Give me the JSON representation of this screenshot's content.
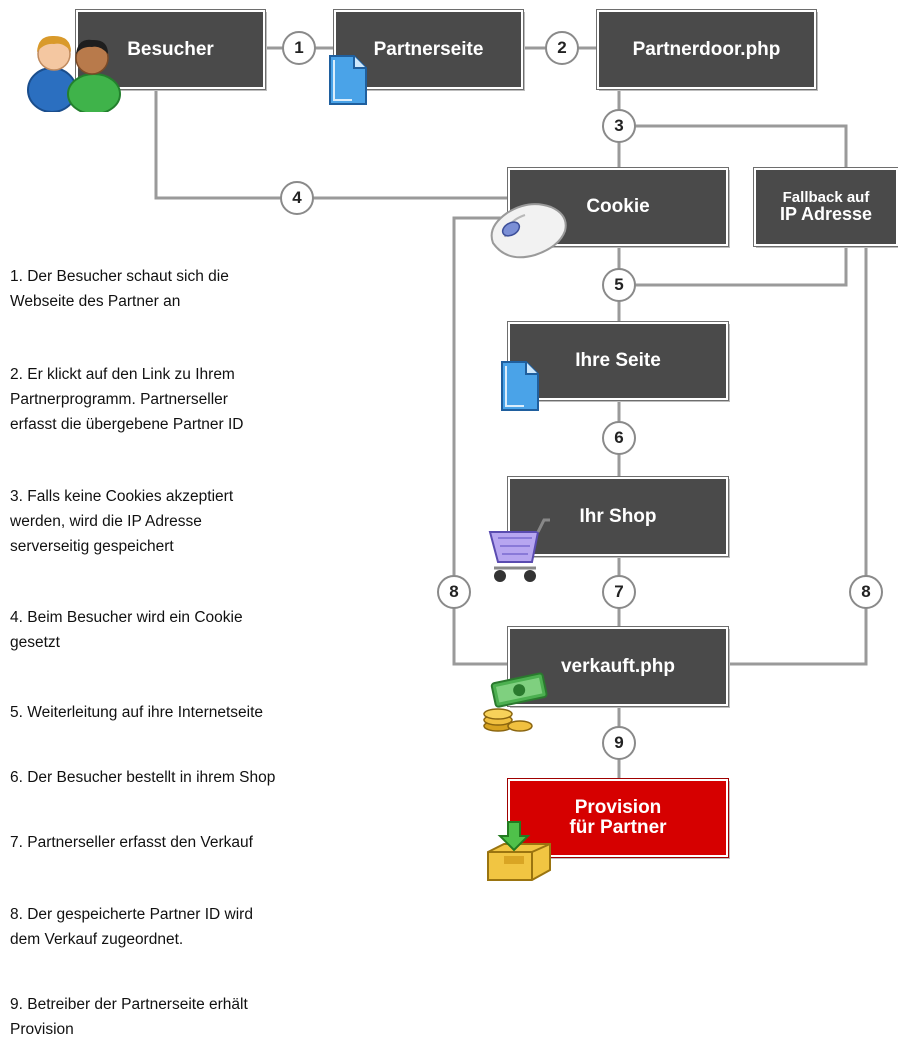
{
  "boxes": {
    "besucher": "Besucher",
    "partnerseite": "Partnerseite",
    "partnerdoor": "Partnerdoor.php",
    "cookie": "Cookie",
    "fallback_line1": "Fallback auf",
    "fallback_line2": "IP Adresse",
    "ihre_seite": "Ihre Seite",
    "ihr_shop": "Ihr Shop",
    "verkauft": "verkauft.php",
    "provision_line1": "Provision",
    "provision_line2": "für Partner"
  },
  "markers": [
    "1",
    "2",
    "3",
    "4",
    "5",
    "6",
    "7",
    "8",
    "8",
    "9"
  ],
  "steps": [
    "1. Der Besucher schaut sich die\nWebseite des Partner an",
    "2. Er klickt auf den Link zu Ihrem\nPartnerprogramm. Partnerseller\nerfasst die übergebene Partner ID",
    "3. Falls keine Cookies akzeptiert\nwerden, wird die IP Adresse\nserverseitig gespeichert",
    "4. Beim Besucher wird ein Cookie\ngesetzt",
    "5. Weiterleitung auf ihre Internetseite",
    "6. Der Besucher bestellt in ihrem Shop",
    "7. Partnerseller erfasst den Verkauf",
    "8. Der gespeicherte Partner ID wird\ndem Verkauf zugeordnet.",
    "9. Betreiber der Partnerseite erhält\nProvision"
  ],
  "icons": [
    "users-icon",
    "document-icon",
    "mouse-icon",
    "shopping-cart-icon",
    "money-icon",
    "inbox-download-icon"
  ],
  "colors": {
    "box": "#4a4a4a",
    "provision": "#d60000",
    "connector": "#9a9a9a"
  }
}
